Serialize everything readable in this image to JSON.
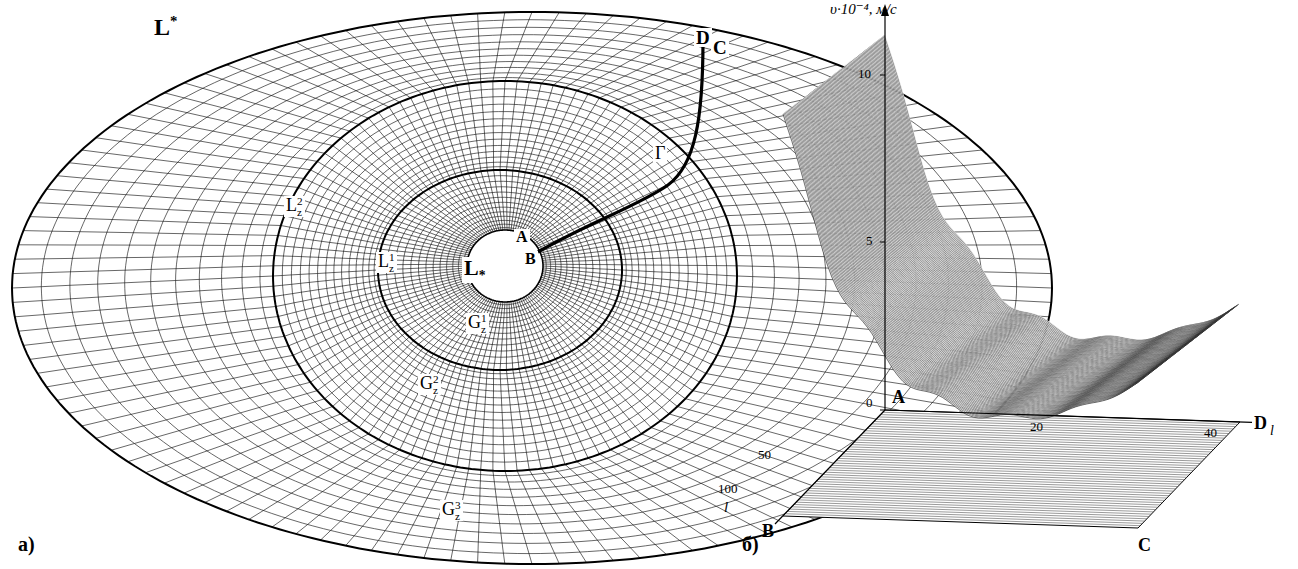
{
  "diagram": {
    "labels": [
      "L*",
      "D",
      "C",
      "Γ",
      "L2z",
      "L1z",
      "A",
      "B",
      "L*",
      "G1z",
      "G2z",
      "G3z",
      "a)",
      "υ·10⁻⁴, м/с",
      "10",
      "5",
      "0",
      "A",
      "50",
      "100",
      "l",
      "B",
      "C",
      "20",
      "40",
      "D",
      "l",
      "б)"
    ]
  }
}
